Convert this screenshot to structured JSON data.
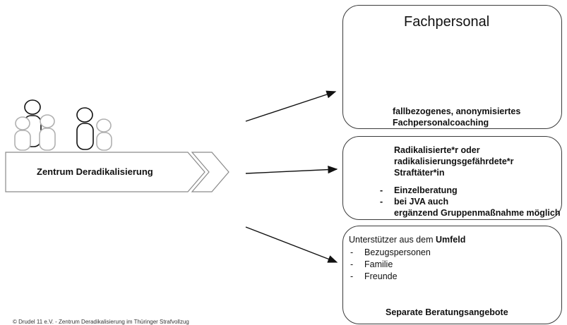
{
  "center": {
    "label": "Zentrum Deradikalisierung"
  },
  "box_top": {
    "title": "Fachpersonal",
    "caption_line1": "fallbezogenes, anonymisiertes",
    "caption_line2": "Fachpersonalcoaching"
  },
  "box_middle": {
    "heading_line1": "Radikalisierte*r oder",
    "heading_line2": "radikalisierungsgefährdete*r",
    "heading_line3": "Straftäter*in",
    "item1": "Einzelberatung",
    "item2_line1": "bei JVA auch",
    "item2_line2": "ergänzend Gruppenmaßnahme möglich"
  },
  "box_bottom": {
    "heading_prefix": "Unterstützer aus dem ",
    "heading_bold": "Umfeld",
    "items": [
      "Bezugspersonen",
      "Familie",
      "Freunde"
    ],
    "caption": "Separate Beratungsangebote"
  },
  "footer": {
    "copyright": "© Drudel 11 e.V. - Zentrum Deradikalisierung im Thüringer Strafvollzug"
  },
  "colors": {
    "outline": "#3a3a3a",
    "figure_light": "#b0b0b0",
    "figure_dark": "#111111"
  }
}
